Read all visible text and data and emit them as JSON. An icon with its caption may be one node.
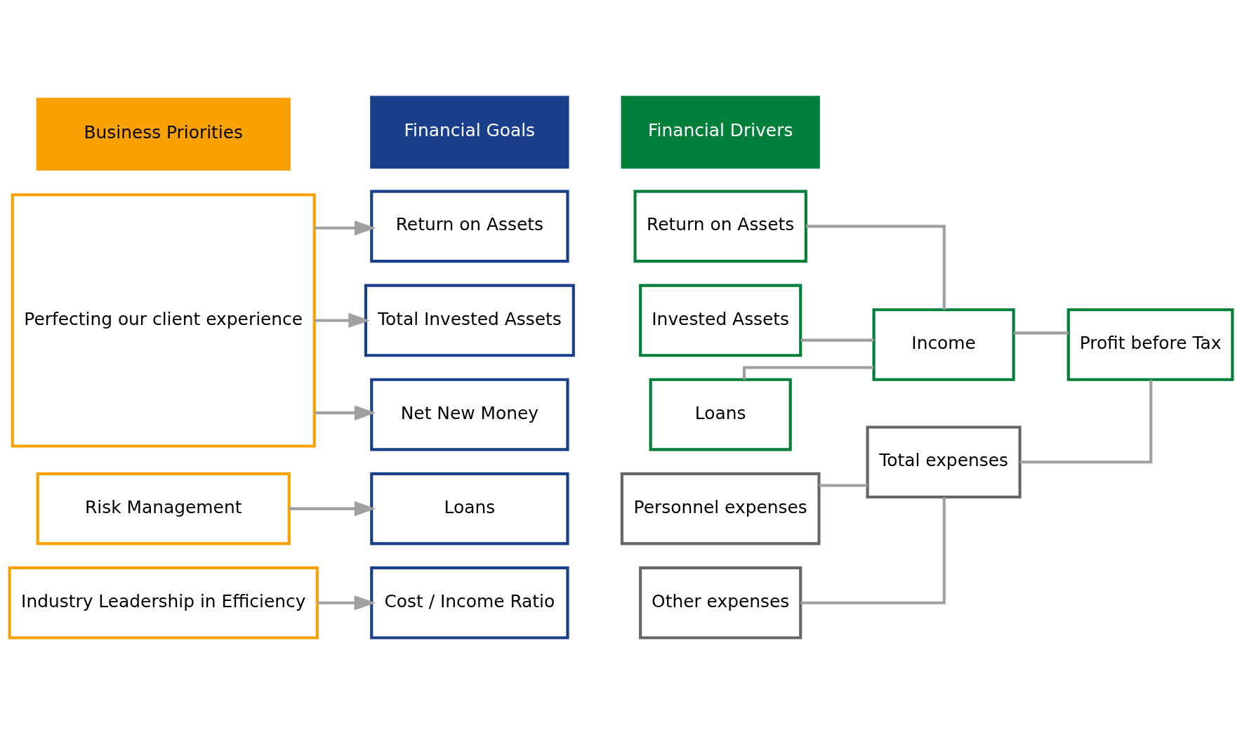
{
  "diagram": {
    "nodes": [
      {
        "text": [
          "Business Priorities"
        ]
      },
      {
        "text": [
          "Financial Goals"
        ]
      },
      {
        "text": [
          "Financial Drivers"
        ]
      },
      {
        "text": [
          "Perfecting our client experience"
        ]
      },
      {
        "text": [
          "Risk Management"
        ]
      },
      {
        "text": [
          "Industry Leadership in Efficiency"
        ]
      },
      {
        "text": [
          "Return on Assets"
        ]
      },
      {
        "text": [
          "Total Invested Assets"
        ]
      },
      {
        "text": [
          "Net New Money"
        ]
      },
      {
        "text": [
          "Loans"
        ]
      },
      {
        "text": [
          "Cost / Income Ratio"
        ]
      },
      {
        "text": [
          "Return on Assets"
        ]
      },
      {
        "text": [
          "Invested Assets"
        ]
      },
      {
        "text": [
          "Loans"
        ]
      },
      {
        "text": [
          "Personnel expenses"
        ]
      },
      {
        "text": [
          "Other expenses"
        ]
      },
      {
        "text": [
          "Income"
        ]
      },
      {
        "text": [
          "Total expenses"
        ]
      },
      {
        "text": [
          "Profit before Tax"
        ]
      }
    ],
    "edges": [
      {
        "from": 3,
        "to": 6,
        "arrow": "to"
      },
      {
        "from": 3,
        "to": 7,
        "arrow": "to"
      },
      {
        "from": 3,
        "to": 8,
        "arrow": "to"
      },
      {
        "from": 4,
        "to": 9,
        "arrow": "to"
      },
      {
        "from": 5,
        "to": 10,
        "arrow": "to"
      },
      {
        "from": 11,
        "to": 16,
        "arrow": "none"
      },
      {
        "from": 12,
        "to": 16,
        "arrow": "none"
      },
      {
        "from": 13,
        "to": 16,
        "arrow": "none"
      },
      {
        "from": 14,
        "to": 17,
        "arrow": "none"
      },
      {
        "from": 15,
        "to": 17,
        "arrow": "none"
      },
      {
        "from": 16,
        "to": 18,
        "arrow": "none"
      },
      {
        "from": 17,
        "to": 18,
        "arrow": "none"
      }
    ]
  }
}
